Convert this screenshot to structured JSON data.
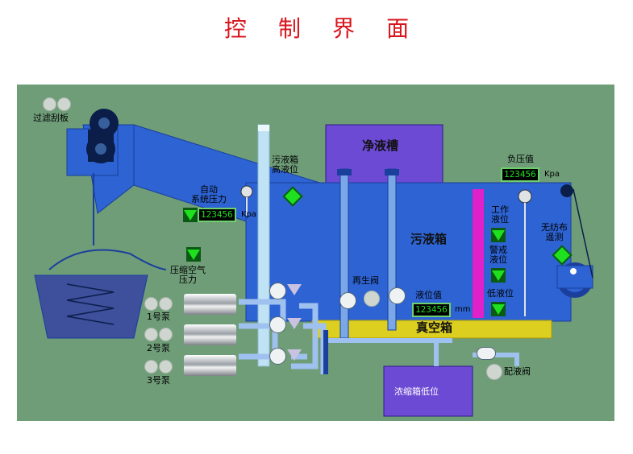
{
  "title": {
    "chars": [
      "控",
      "制",
      "界",
      "面"
    ]
  },
  "labels": {
    "filter_scraper": "过滤刮板",
    "clean_tank": "净液槽",
    "dirty_tank": "污液箱",
    "dirty_tank_high": "污液箱\n高液位",
    "neg_pressure": "负压值",
    "system_pressure": "自动\n系统压力",
    "compressed_air": "压缩空气\n压力",
    "regen_valve": "再生阀",
    "level_value": "液位值",
    "vacuum_box": "真空箱",
    "work_level": "工作\n液位",
    "alarm_level": "警戒\n液位",
    "low_level": "低液位",
    "no_cloth": "无纺布\n遥测",
    "concentrate_low": "浓缩箱低位",
    "discharge_valve": "配液阀",
    "pump1": "1号泵",
    "pump2": "2号泵",
    "pump3": "3号泵"
  },
  "readouts": {
    "neg_pressure_value": "123456",
    "neg_pressure_unit": "Kpa",
    "system_pressure_value": "123456",
    "system_pressure_unit": "Kpa",
    "level_value": "123456",
    "level_unit": "mm"
  },
  "colors": {
    "panel": "#6f9d78",
    "tank": "#2d63d2",
    "purple": "#6c4ad4",
    "yellow": "#ddcf20",
    "indicator": "#1fe01f",
    "magenta": "#e020c8"
  }
}
